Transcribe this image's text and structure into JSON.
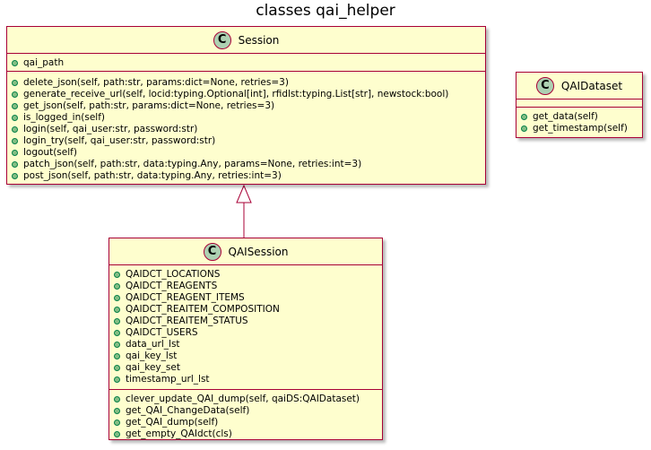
{
  "title": "classes qai_helper",
  "classes": {
    "session": {
      "badge": "C",
      "name": "Session",
      "attributes": [
        "qai_path"
      ],
      "methods": [
        "delete_json(self, path:str, params:dict=None, retries=3)",
        "generate_receive_url(self, locid:typing.Optional[int], rfidlst:typing.List[str], newstock:bool)",
        "get_json(self, path:str, params:dict=None, retries=3)",
        "is_logged_in(self)",
        "login(self, qai_user:str, password:str)",
        "login_try(self, qai_user:str, password:str)",
        "logout(self)",
        "patch_json(self, path:str, data:typing.Any, params=None, retries:int=3)",
        "post_json(self, path:str, data:typing.Any, retries:int=3)"
      ]
    },
    "qaidataset": {
      "badge": "C",
      "name": "QAIDataset",
      "attributes": [],
      "methods": [
        "get_data(self)",
        "get_timestamp(self)"
      ]
    },
    "qaisession": {
      "badge": "C",
      "name": "QAISession",
      "attributes": [
        "QAIDCT_LOCATIONS",
        "QAIDCT_REAGENTS",
        "QAIDCT_REAGENT_ITEMS",
        "QAIDCT_REAITEM_COMPOSITION",
        "QAIDCT_REAITEM_STATUS",
        "QAIDCT_USERS",
        "data_url_lst",
        "qai_key_lst",
        "qai_key_set",
        "timestamp_url_lst"
      ],
      "methods": [
        "clever_update_QAI_dump(self, qaiDS:QAIDataset)",
        "get_QAI_ChangeData(self)",
        "get_QAI_dump(self)",
        "get_empty_QAIdct(cls)"
      ]
    }
  },
  "colors": {
    "class_fill": "#FEFECE",
    "class_border": "#A80036",
    "badge_fill": "#ADD1B2",
    "visibility_fill": "#84BE84",
    "visibility_border": "#038048"
  },
  "relations": [
    {
      "type": "inheritance",
      "from": "QAISession",
      "to": "Session"
    }
  ]
}
